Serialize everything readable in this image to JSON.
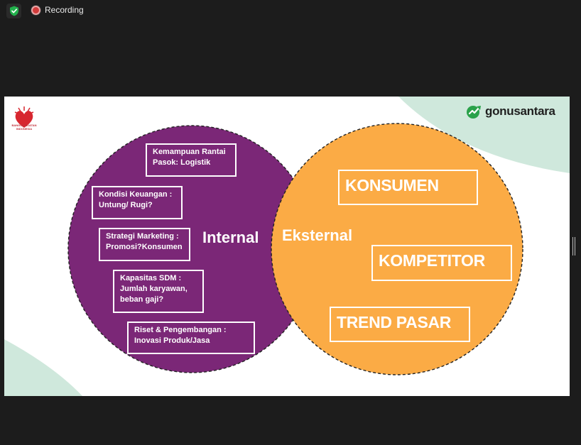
{
  "window": {
    "recording_label": "Recording",
    "shield_icon": "shield-check-icon",
    "record_icon": "record-dot-icon"
  },
  "slide": {
    "logo_left_text": "BANGGA BUATAN INDONESIA",
    "logo_right_text": "gonusantara",
    "internal_label": "Internal",
    "external_label": "Eksternal",
    "internal_items": [
      "Kemampuan Rantai\nPasok: Logistik",
      "Kondisi Keuangan :\nUntung/ Rugi?",
      "Strategi Marketing :\nPromosi?Konsumen",
      "Kapasitas SDM :\nJumlah karyawan,\nbeban gaji?",
      "Riset & Pengembangan :\nInovasi Produk/Jasa"
    ],
    "external_items": [
      "KONSUMEN",
      "KOMPETITOR",
      "TREND PASAR"
    ],
    "colors": {
      "internal_circle": "#7b2777",
      "external_circle": "#fbab45",
      "decor_mint": "#cfe8dc",
      "logo_green": "#2aa24a"
    }
  }
}
